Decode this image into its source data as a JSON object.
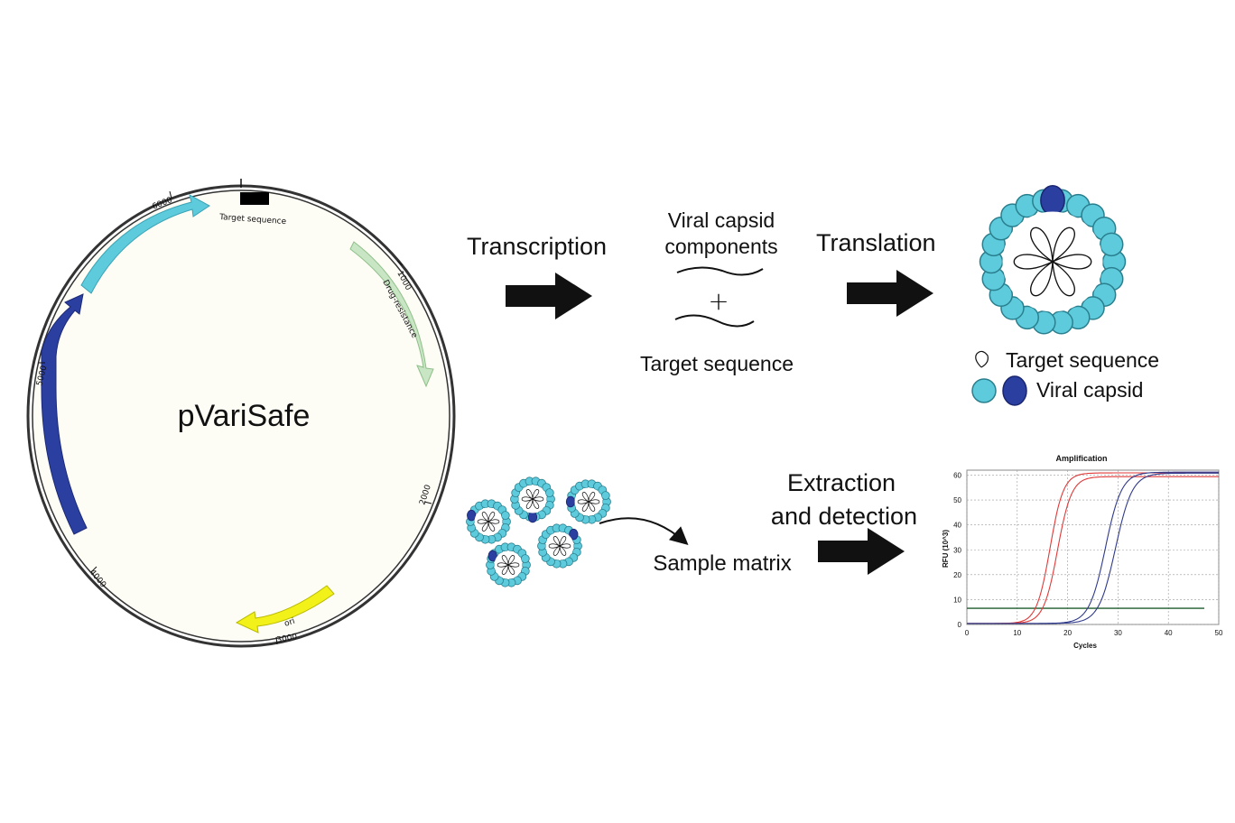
{
  "plasmid": {
    "name": "pVariSafe",
    "ticks": [
      "1000",
      "2000",
      "3000",
      "4000",
      "5000",
      "6000"
    ],
    "features": {
      "target": "Target sequence",
      "drug": "Drug-resistance",
      "ori": "ori"
    },
    "colors": {
      "dark_blue": "#2a3fa0",
      "light_blue": "#5ecbdc",
      "green": "#c8e6c4",
      "yellow": "#f2f21a",
      "bg": "#fefdf5"
    }
  },
  "steps": {
    "transcription": "Transcription",
    "translation": "Translation",
    "viral_line1": "Viral capsid",
    "viral_line2": "components",
    "plus": "+",
    "target": "Target sequence",
    "sample_matrix": "Sample matrix",
    "extraction_line1": "Extraction",
    "extraction_line2": "and detection"
  },
  "legend": {
    "target_sequence": "Target sequence",
    "viral_capsid": "Viral capsid"
  },
  "chart_data": {
    "type": "line",
    "title": "Amplification",
    "xlabel": "Cycles",
    "ylabel": "RFU (10^3)",
    "xlim": [
      0,
      50
    ],
    "ylim": [
      0,
      62
    ],
    "xticks": [
      "0",
      "10",
      "20",
      "30",
      "40",
      "50"
    ],
    "yticks": [
      "0",
      "10",
      "20",
      "30",
      "40",
      "50",
      "60"
    ],
    "grid": true,
    "threshold": 6.5,
    "series": [
      {
        "color": "#e03a3a",
        "x0": 16.5,
        "k": 0.75,
        "top": 60.5
      },
      {
        "color": "#e03a3a",
        "x0": 18.0,
        "k": 0.72,
        "top": 59.0
      },
      {
        "color": "#303a8c",
        "x0": 27.5,
        "k": 0.62,
        "top": 60.8
      },
      {
        "color": "#303a8c",
        "x0": 29.5,
        "k": 0.6,
        "top": 60.4
      }
    ]
  }
}
